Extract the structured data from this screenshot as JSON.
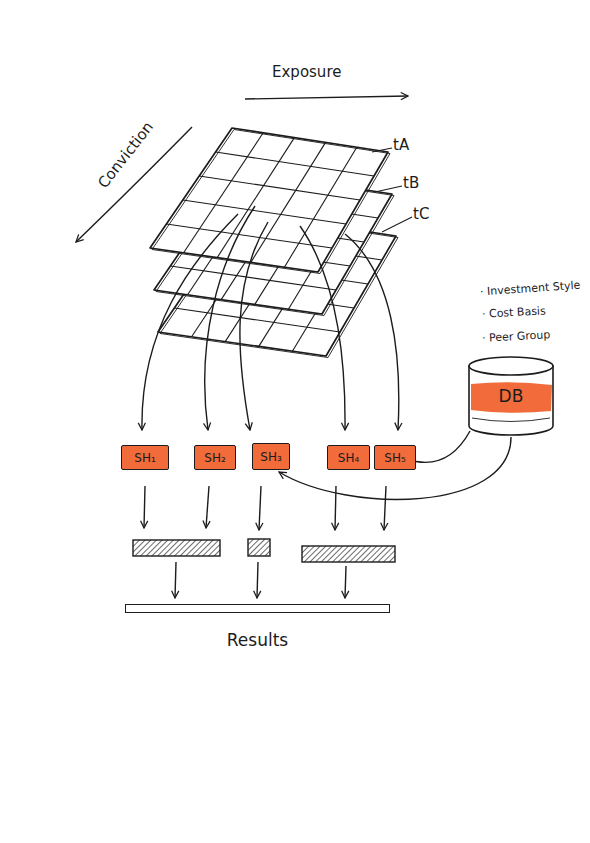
{
  "diagram": {
    "nodes": [
      {
        "text": [
          "DB"
        ]
      },
      {
        "text": [
          "SH₁"
        ]
      },
      {
        "text": [
          "SH₂"
        ]
      },
      {
        "text": [
          "SH₃"
        ]
      },
      {
        "text": [
          "SH₄"
        ]
      },
      {
        "text": [
          "SH₅"
        ]
      },
      {
        "text": [
          "Results"
        ]
      }
    ],
    "edges": [
      {
        "from": 0,
        "to": 3,
        "arrow": "to"
      },
      {
        "from": 0,
        "to": 5,
        "arrow": "none"
      }
    ],
    "labels": [
      "Exposure",
      "Conviction",
      "tA",
      "tB",
      "tC",
      "· Investment Style",
      "· Cost Basis",
      "· Peer Group"
    ]
  }
}
